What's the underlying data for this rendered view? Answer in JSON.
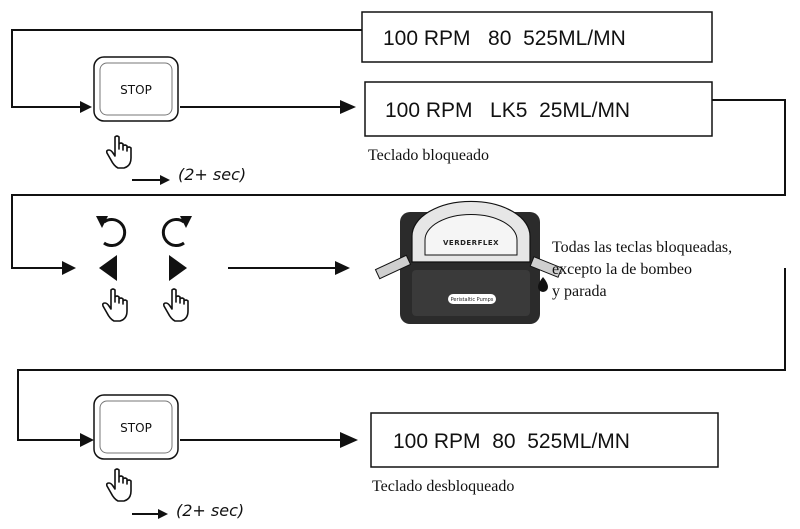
{
  "display_1": "100 RPM   80  525ML/MN",
  "display_2": "100 RPM   LK5  25ML/MN",
  "display_3": "100 RPM  80  525ML/MN",
  "stop_label_1": "STOP",
  "stop_label_2": "STOP",
  "hold_hint_1": "(2+ sec)",
  "hold_hint_2": "(2+ sec)",
  "caption_locked": "Teclado bloqueado",
  "caption_unlocked": "Teclado desbloqueado",
  "note_lines": [
    "Todas las teclas bloqueadas,",
    "excepto la de bombeo",
    "y parada"
  ],
  "pump_brand": "VERDERFLEX",
  "pump_label": "Peristaltic Pumps",
  "icons": {
    "ccw": "rotate-counterclockwise-icon",
    "cw": "rotate-clockwise-icon",
    "left": "triangle-left-icon",
    "right": "triangle-right-icon",
    "press": "pointing-hand-icon",
    "drop": "droplet-icon"
  },
  "colors": {
    "ink": "#111111",
    "pump_body": "#2b2b2b",
    "key_bg": "#ffffff"
  }
}
